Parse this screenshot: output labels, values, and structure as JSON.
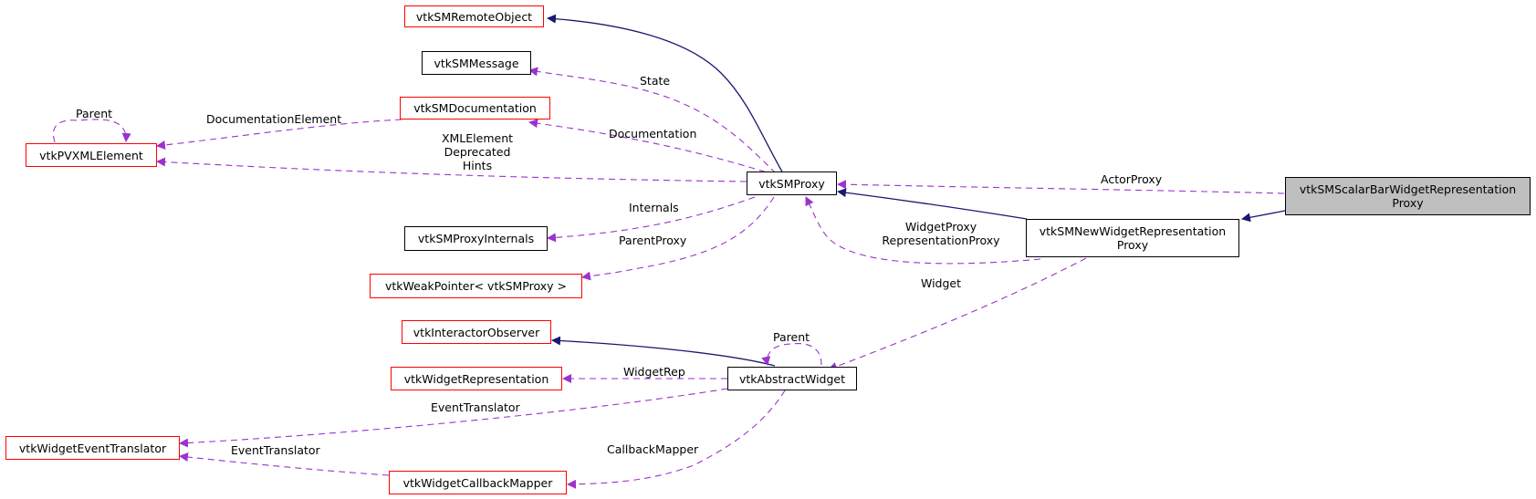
{
  "nodes": {
    "remote_object": "vtkSMRemoteObject",
    "message": "vtkSMMessage",
    "documentation": "vtkSMDocumentation",
    "pvxml_element": "vtkPVXMLElement",
    "proxy": "vtkSMProxy",
    "proxy_internals": "vtkSMProxyInternals",
    "weak_pointer": "vtkWeakPointer< vtkSMProxy >",
    "scalar_bar_l1": "vtkSMScalarBarWidgetRepresentation",
    "scalar_bar_l2": "Proxy",
    "new_widget_l1": "vtkSMNewWidgetRepresentation",
    "new_widget_l2": "Proxy",
    "interactor_observer": "vtkInteractorObserver",
    "widget_representation": "vtkWidgetRepresentation",
    "abstract_widget": "vtkAbstractWidget",
    "event_translator": "vtkWidgetEventTranslator",
    "callback_mapper": "vtkWidgetCallbackMapper"
  },
  "edge_labels": {
    "parent_xml": "Parent",
    "documentation_element": "DocumentationElement",
    "state": "State",
    "documentation": "Documentation",
    "xml_element": "XMLElement",
    "deprecated": "Deprecated",
    "hints": "Hints",
    "internals": "Internals",
    "parent_proxy": "ParentProxy",
    "actor_proxy": "ActorProxy",
    "widget_proxy": "WidgetProxy",
    "representation_proxy": "RepresentationProxy",
    "widget": "Widget",
    "parent_widget": "Parent",
    "widget_rep": "WidgetRep",
    "event_translator_1": "EventTranslator",
    "event_translator_2": "EventTranslator",
    "callback_mapper": "CallbackMapper"
  },
  "colors": {
    "inheritance": "#191970",
    "usage": "#9a32cd",
    "undocumented_border": "#ff0000",
    "documented_border": "#000000",
    "focus_fill": "#bfbfbf"
  }
}
